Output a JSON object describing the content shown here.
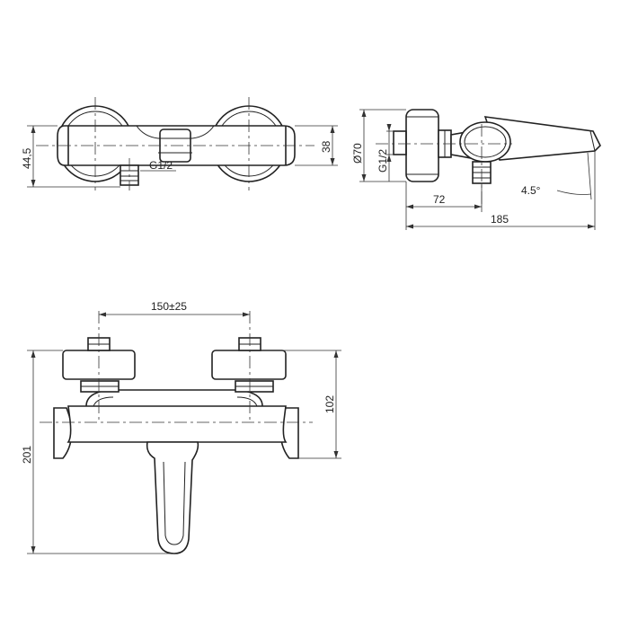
{
  "dimensions": {
    "top_height_total": "44,5",
    "top_body_height": "38",
    "top_thread": "G1/2",
    "side_diameter": "Ø70",
    "side_thread": "G1/2",
    "side_offset": "72",
    "side_angle": "4.5°",
    "side_length": "185",
    "front_spacing": "150±25",
    "front_height_upper": "102",
    "front_height_total": "201"
  }
}
